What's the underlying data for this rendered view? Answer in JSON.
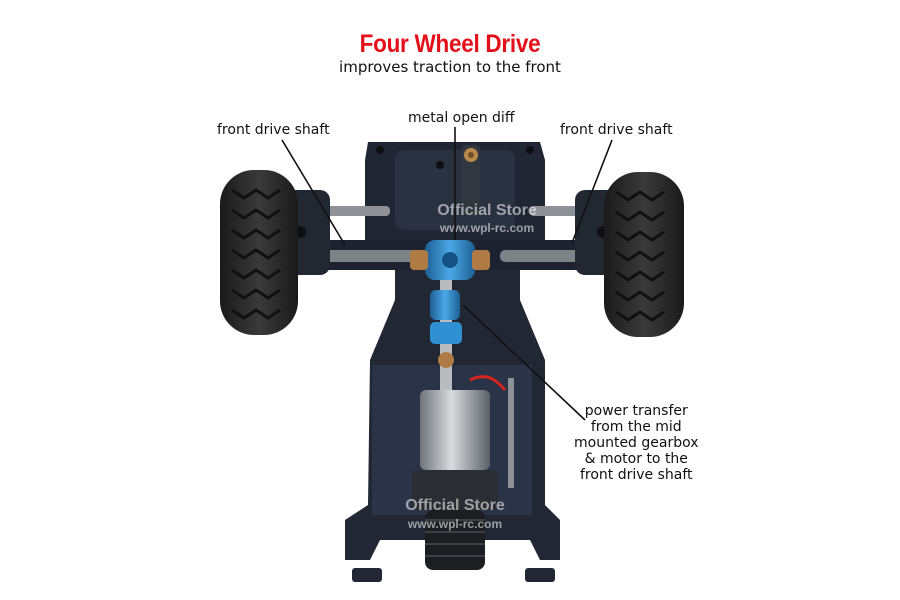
{
  "heading": {
    "title": "Four Wheel Drive",
    "subtitle": "improves traction to the front"
  },
  "callouts": {
    "front_drive_shaft_left": "front drive shaft",
    "metal_open_diff": "metal open diff",
    "front_drive_shaft_right": "front drive shaft",
    "power_transfer": "power transfer\nfrom the mid\nmounted gearbox\n& motor to the\nfront drive shaft"
  },
  "watermark": {
    "line1": "Official Store",
    "line2": "www.wpl-rc.com"
  },
  "colors": {
    "title": "#e3101a",
    "chassis": "#1f2633",
    "tire": "#242424",
    "diff_blue": "#2f8fd0"
  }
}
